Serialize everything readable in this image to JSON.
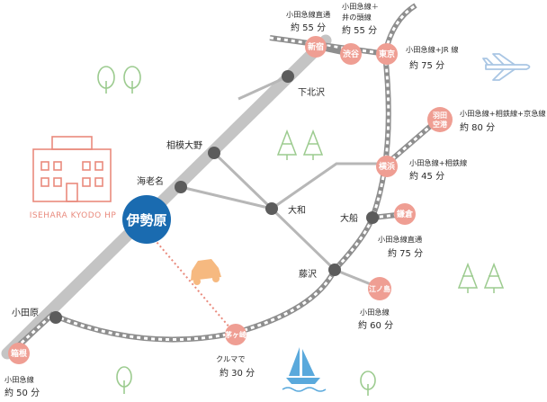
{
  "title": "ISEHARA KYODO HP",
  "colors": {
    "main_line": "#c4c4c4",
    "loop_line": "#8e8e8e",
    "station_dark": "#5c5c5c",
    "station_pink": "#ef9e93",
    "hub_blue": "#1a6bb0",
    "accent_pink": "#e98a7d",
    "tree": "#9ccb8f",
    "plane": "#a9c6e4",
    "boat": "#5aa9dc",
    "car": "#f6b980"
  },
  "hub": {
    "name": "伊勢原",
    "icon": "hub-station-icon"
  },
  "stations_dark": {
    "shimokitazawa": "下北沢",
    "sagamiono": "相模大野",
    "ebina": "海老名",
    "yamato": "大和",
    "ofuna": "大船",
    "fujisawa": "藤沢",
    "odawara": "小田原"
  },
  "stations_pink": {
    "shinjuku": "新宿",
    "shibuya": "渋谷",
    "tokyo": "東京",
    "haneda_1": "羽田",
    "haneda_2": "空港",
    "yokohama": "横浜",
    "kamakura": "鎌倉",
    "enoshima": "江ノ島",
    "chigasaki": "茅ヶ崎",
    "hakone": "箱根"
  },
  "routes": {
    "shinjuku_route": "小田急線直通",
    "shinjuku_time": "約 55 分",
    "shibuya_route_1": "小田急線＋",
    "shibuya_route_2": "井の頭線",
    "shibuya_time": "約 55 分",
    "tokyo_route": "小田急線+JR 線",
    "tokyo_time": "約 75 分",
    "haneda_route": "小田急線+相鉄線+京急線",
    "haneda_time": "約 80 分",
    "yokohama_route": "小田急線+相鉄線",
    "yokohama_time": "約 45 分",
    "kamakura_route": "小田急線直通",
    "kamakura_time": "約 75 分",
    "enoshima_route": "小田急線",
    "enoshima_time": "約 60 分",
    "chigasaki_route": "クルマで",
    "chigasaki_time": "約 30 分",
    "hakone_route": "小田急線",
    "hakone_time": "約 50 分"
  },
  "icons": [
    "building-icon",
    "tree-icon",
    "airplane-icon",
    "car-icon",
    "sailboat-icon"
  ]
}
